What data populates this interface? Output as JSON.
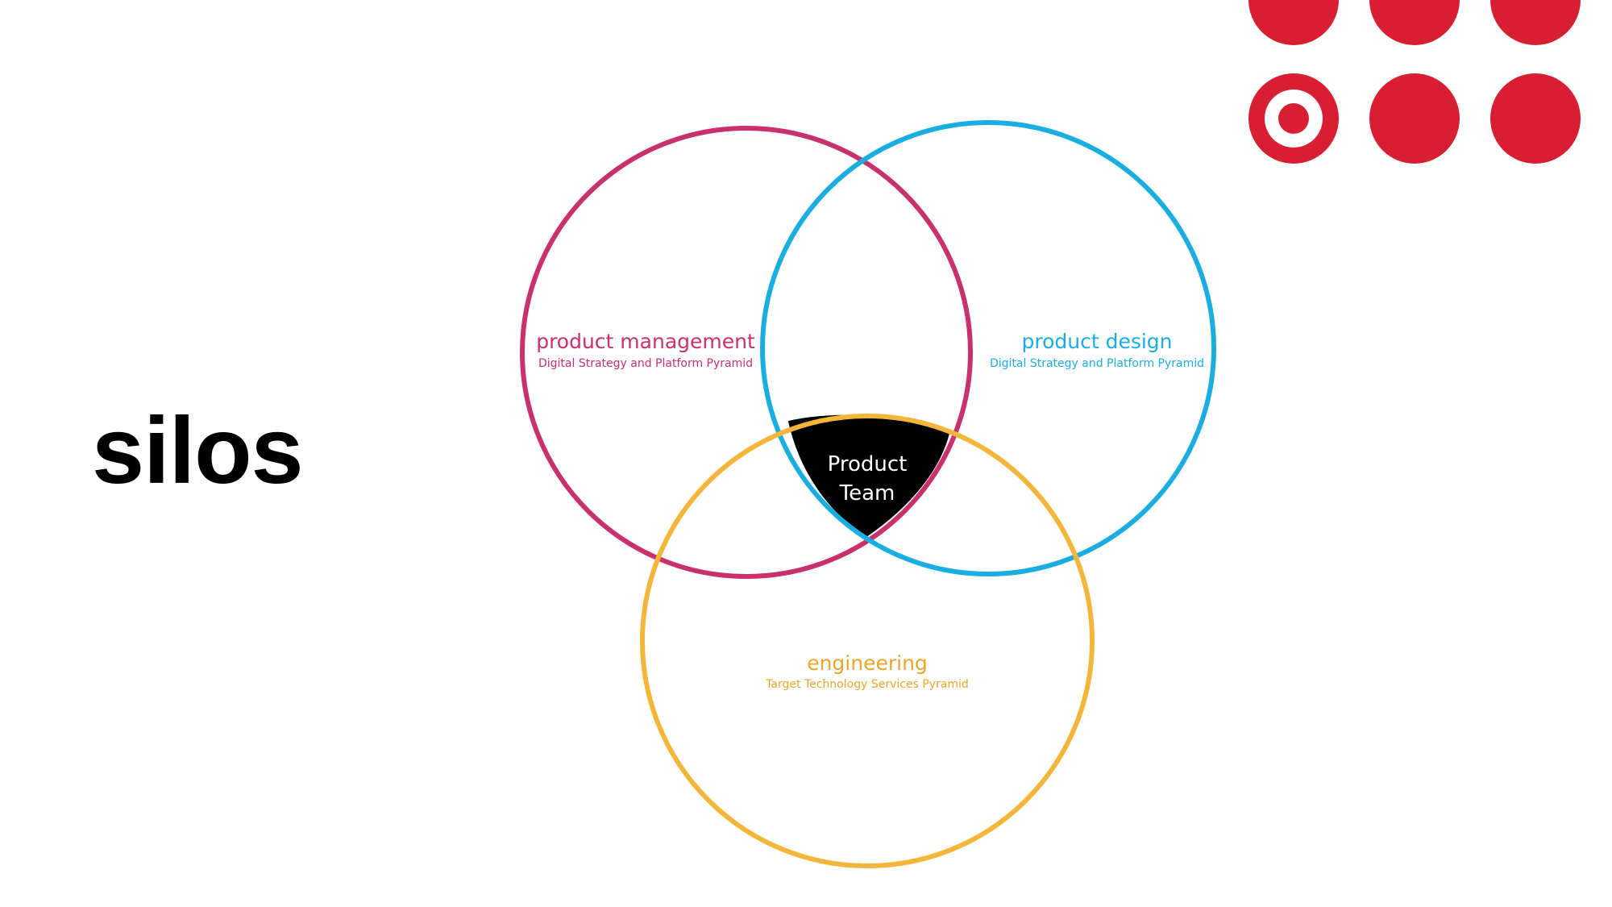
{
  "slide": {
    "title": "silos"
  },
  "diagram": {
    "circles": [
      {
        "id": "product-management",
        "label": "product management",
        "sublabel": "Digital Strategy and Platform Pyramid",
        "color": "#C8306E"
      },
      {
        "id": "product-design",
        "label": "product design",
        "sublabel": "Digital Strategy and Platform Pyramid",
        "color": "#1AAEE0"
      },
      {
        "id": "engineering",
        "label": "engineering",
        "sublabel": "Target Technology Services Pyramid",
        "color": "#F4B63A"
      }
    ],
    "center": {
      "line1": "Product",
      "line2": "Team",
      "color": "#000000"
    }
  },
  "logo": {
    "color": "#D71E33",
    "icon": "target-bullseye-dot-grid"
  }
}
